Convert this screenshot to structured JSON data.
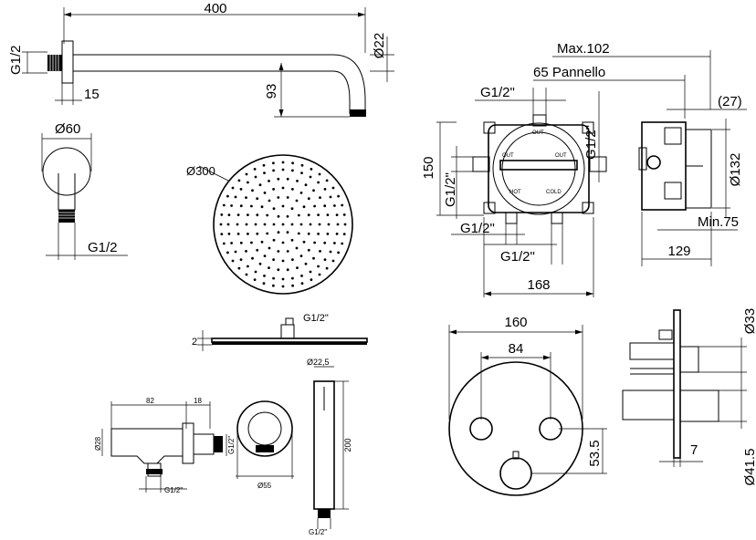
{
  "wall_arm": {
    "length": "400",
    "pipe_diameter": "Ø22",
    "drop": "93",
    "thread": "G1/2",
    "flange_depth": "15"
  },
  "flange": {
    "diameter": "Ø60",
    "thread": "G1/2"
  },
  "shower_head": {
    "diameter": "Ø300",
    "thread": "G1/2\"",
    "thickness": "2"
  },
  "mixer_body": {
    "max_depth": "Max.102",
    "panel": "65 Pannello",
    "offset": "(27)",
    "diameter": "Ø132",
    "min_depth": "Min.75",
    "body_depth": "129",
    "height": "150",
    "width": "168",
    "thread_top": "G1/2\"",
    "thread_right": "G1/2\"",
    "thread_left": "G1/2\"",
    "thread_bottom_left": "G1/2\"",
    "thread_bottom": "G1/2\"",
    "port_out_left": "OUT",
    "port_out_right": "OUT",
    "port_top": "OUT",
    "port_hot": "HOT",
    "port_cold": "COLD"
  },
  "faceplate": {
    "diameter": "160",
    "knob_spacing": "84",
    "lower_offset": "53.5",
    "stem_diameter_top": "Ø33",
    "stem_diameter_bottom": "Ø41.5",
    "plate_gap": "7"
  },
  "wall_outlet": {
    "length": "82",
    "width": "18",
    "diameter": "Ø28",
    "thread_side": "G1/2\"",
    "thread_bottom": "G1/2\"",
    "ring_diameter": "Ø55"
  },
  "hand_shower": {
    "diameter": "Ø22,5",
    "length": "200",
    "thread": "G1/2\""
  },
  "colors": {
    "line": "#000000",
    "background": "#ffffff"
  }
}
